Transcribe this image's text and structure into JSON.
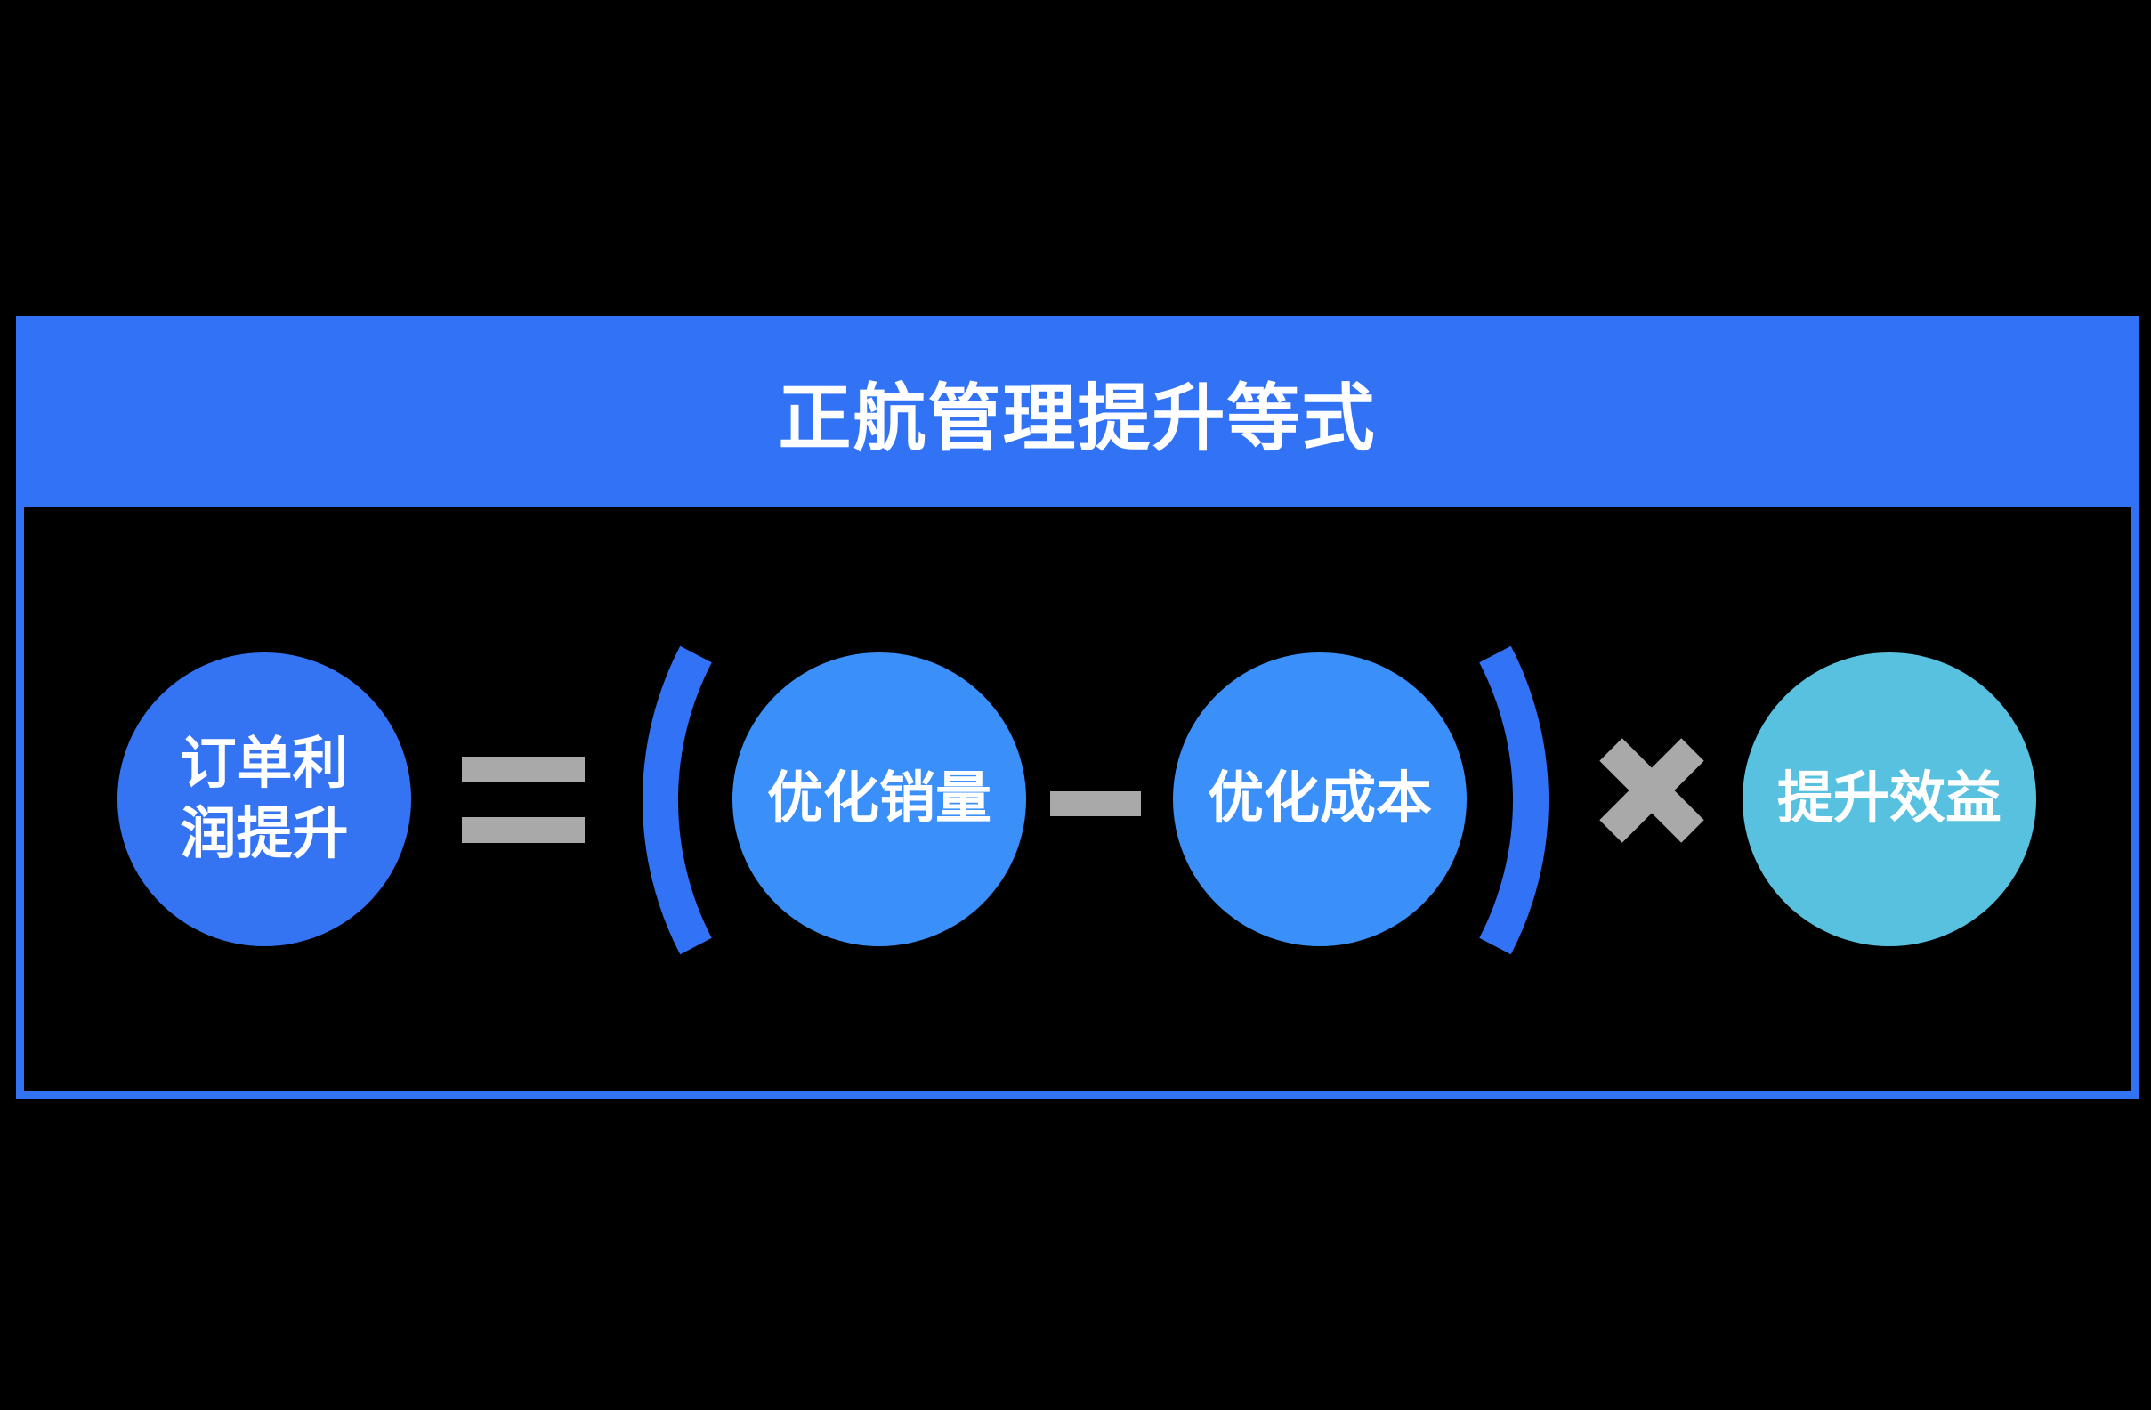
{
  "colors": {
    "background": "#000000",
    "panel_border": "#3273F5",
    "header_bg": "#3273F5",
    "title_text": "#FFFFFF",
    "circle_text": "#FFFFFF",
    "result_circle": "#3474F2",
    "factor_circle": "#3B8FF8",
    "benefit_circle": "#58C1DF",
    "operator_gray": "#A9A9A9",
    "paren_blue": "#3273F5"
  },
  "header": {
    "title": "正航管理提升等式"
  },
  "equation": {
    "result": {
      "label": "订单利润提升",
      "line1": "订单利",
      "line2": "润提升"
    },
    "operators": {
      "equals": "=",
      "minus": "−",
      "times": "×",
      "open_paren": "(",
      "close_paren": ")"
    },
    "terms": [
      {
        "label": "优化销量"
      },
      {
        "label": "优化成本"
      },
      {
        "label": "提升效益"
      }
    ]
  }
}
